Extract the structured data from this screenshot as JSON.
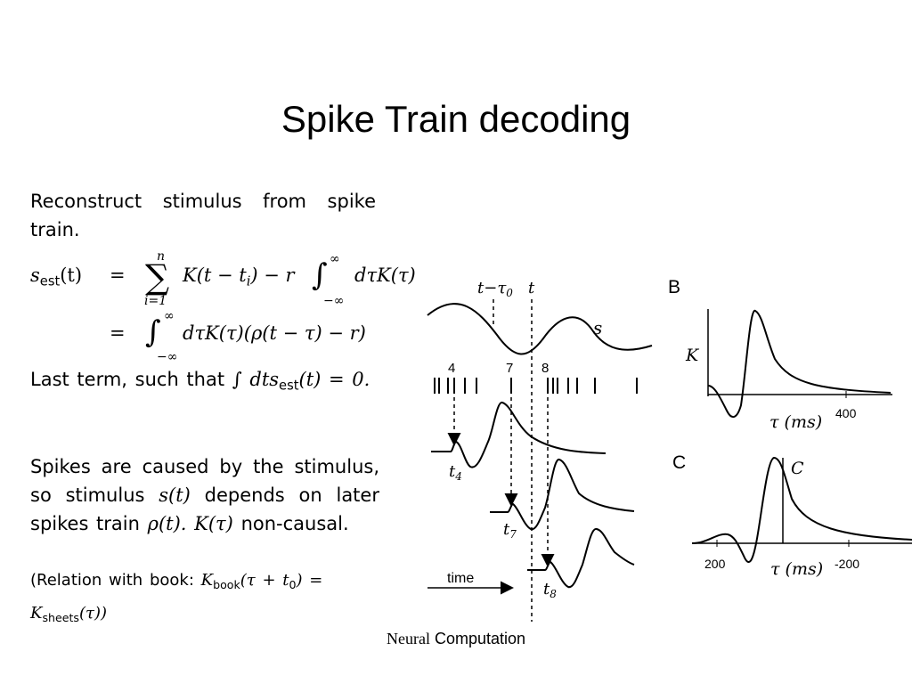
{
  "slide": {
    "title": "Spike Train decoding",
    "footer": {
      "part1": "Neural",
      "part2": "Computation"
    }
  },
  "text": {
    "intro": "Reconstruct stimulus from spike train.",
    "eq1_lhs": "s",
    "eq1_lhs_sub": "est",
    "eq1_lhs_arg": "(t)",
    "eq_equals": "=",
    "sum_top": "n",
    "sum_bottom": "i=1",
    "eq1_rhs_a": "K(t − t",
    "eq1_rhs_a_sub": "i",
    "eq1_rhs_b": ") − r",
    "int_top": "∞",
    "int_bottom": "−∞",
    "eq1_rhs_c": "dτK(τ)",
    "eq2_rhs": "dτK(τ)(ρ(t − τ) − r)",
    "last_term_a": "Last term, such that",
    "last_term_int": "∫ dts",
    "last_term_sub": "est",
    "last_term_b": "(t) = 0.",
    "spikes_a": "Spikes are caused by the stimulus, so stimulus",
    "spikes_st": "s(t)",
    "spikes_b": "depends on later spikes train",
    "spikes_rho": "ρ(t).",
    "spikes_k": "K(τ)",
    "spikes_c": "non-causal.",
    "relation_a": "(Relation with book:",
    "relation_k1": "K",
    "relation_k1_sub": "book",
    "relation_b": "(τ + t",
    "relation_b_sub": "0",
    "relation_c": ") =",
    "relation_k2": "K",
    "relation_k2_sub": "sheets",
    "relation_d": "(τ))"
  },
  "diagram": {
    "label_t_tau0": "t−τ",
    "label_t_tau0_sub": "0",
    "label_t": "t",
    "label_s": "s",
    "spike_idx": [
      "4",
      "7",
      "8"
    ],
    "response_labels": [
      {
        "main": "t",
        "sub": "4"
      },
      {
        "main": "t",
        "sub": "7"
      },
      {
        "main": "t",
        "sub": "8"
      }
    ],
    "time_label": "time"
  },
  "panel_b": {
    "label": "B",
    "ylabel": "K",
    "xlabel": "τ (ms)",
    "tick": "400"
  },
  "panel_c": {
    "label": "C",
    "curve_label": "C",
    "xlabel": "τ (ms)",
    "tick_left": "200",
    "tick_right": "-200"
  }
}
